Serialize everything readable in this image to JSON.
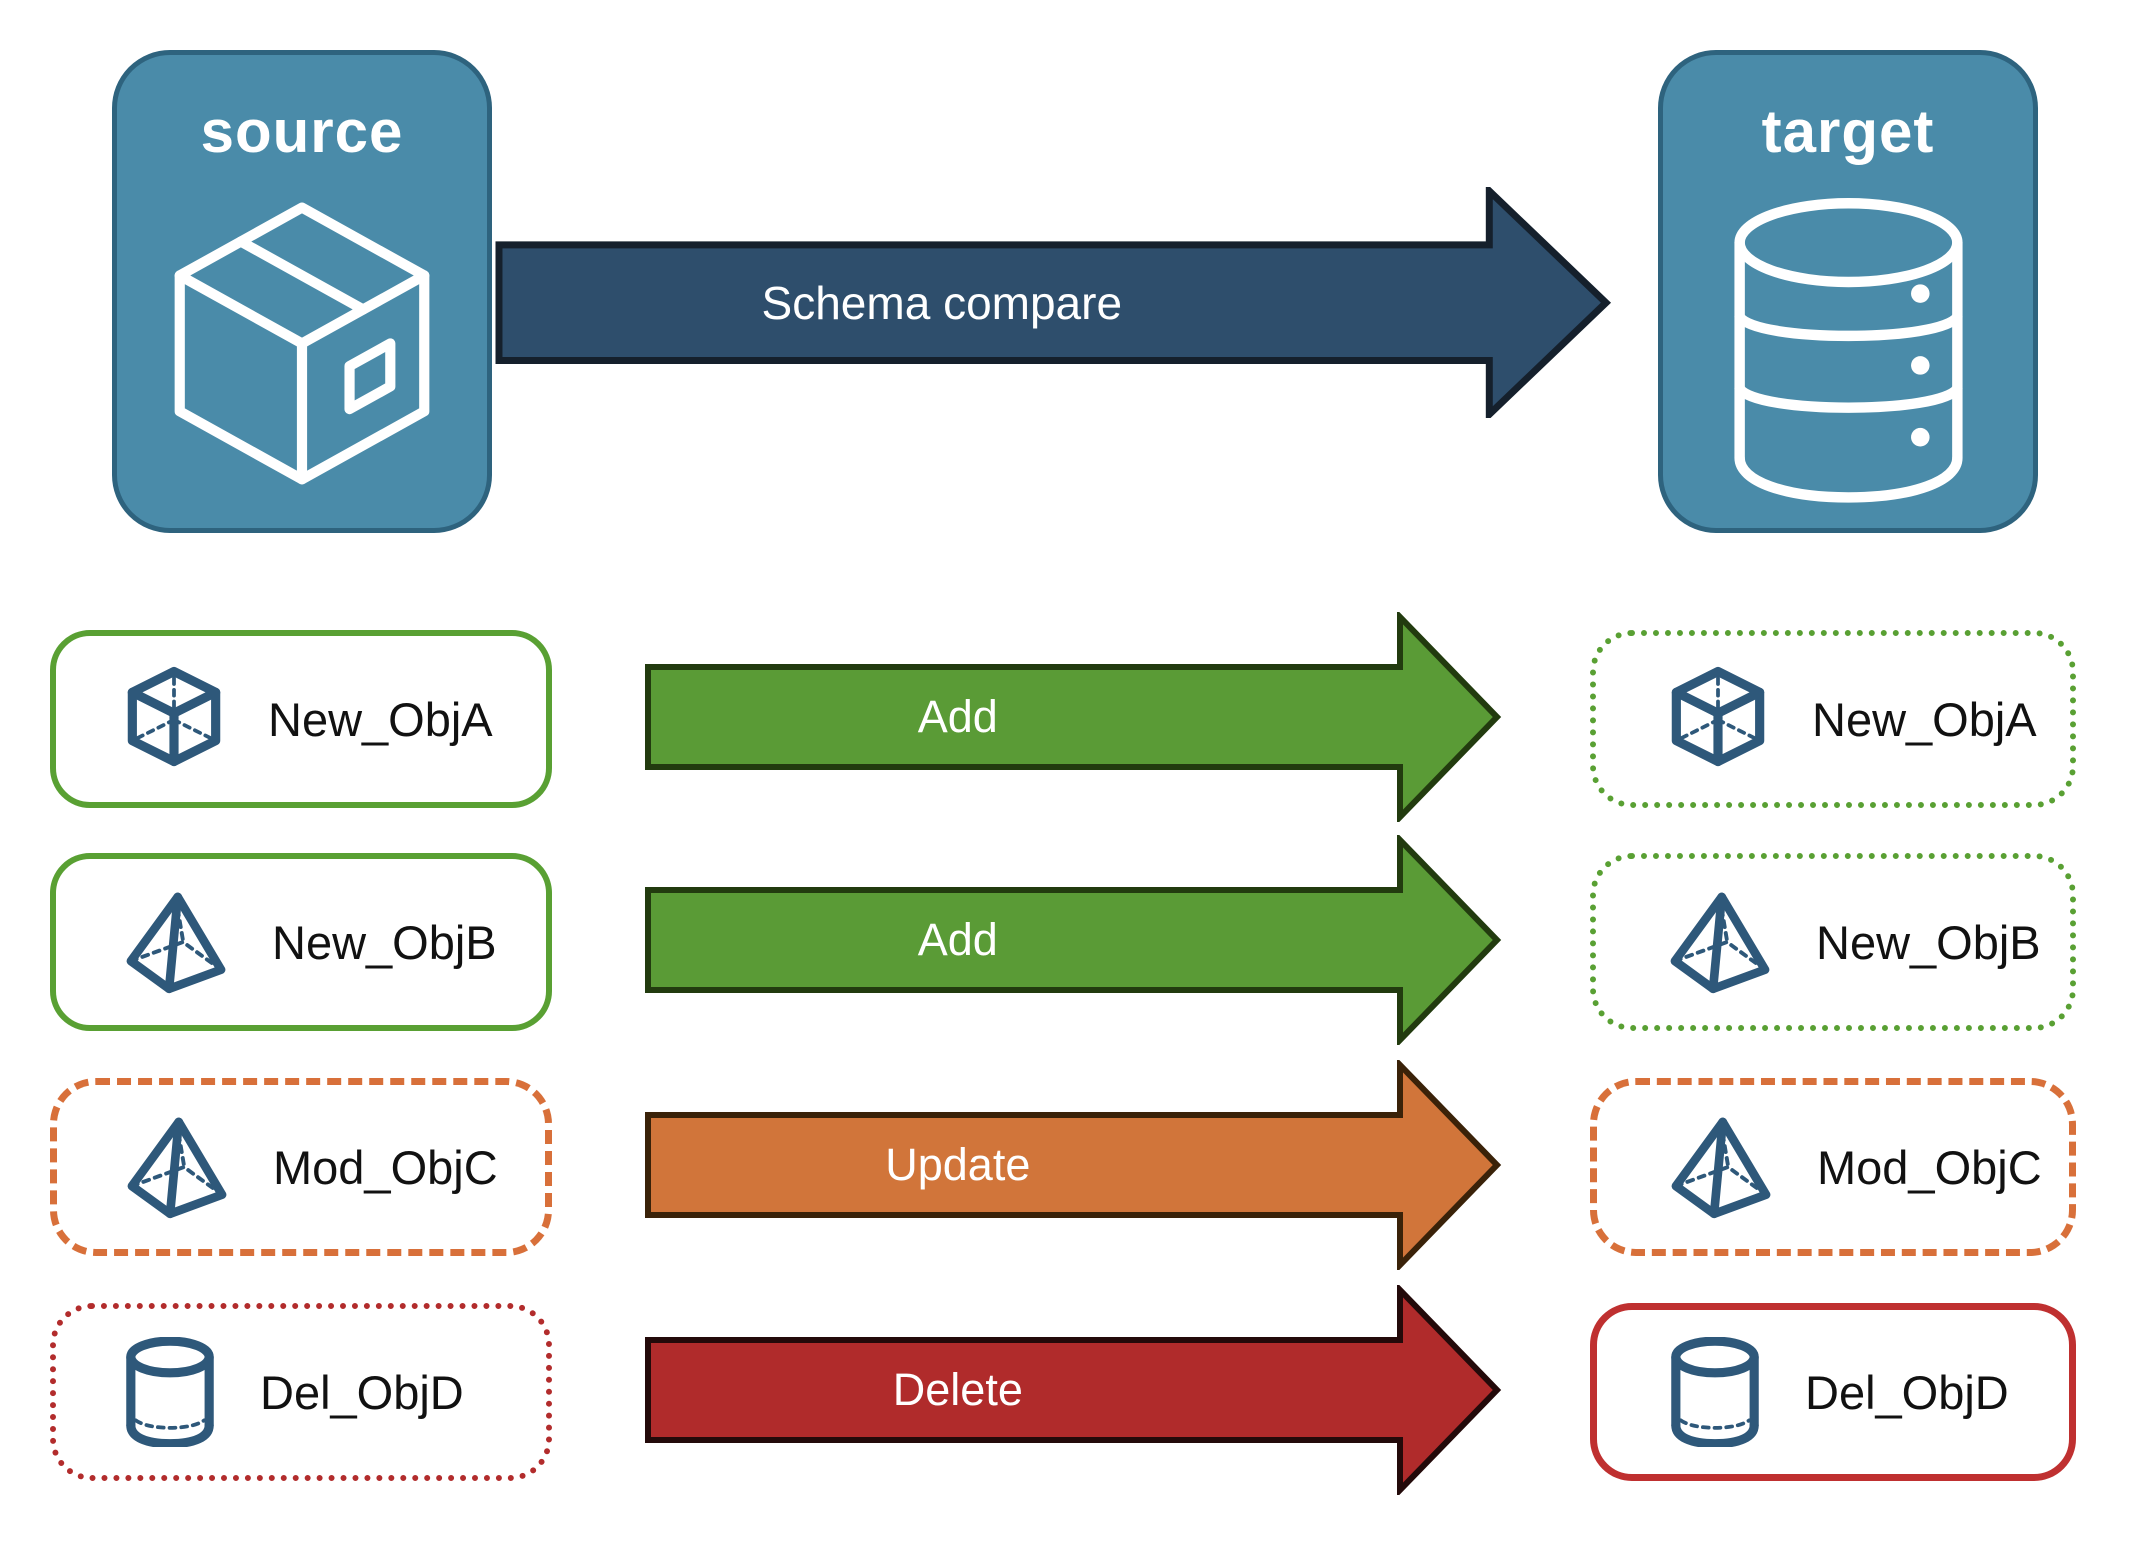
{
  "diagram": {
    "source_panel": {
      "label": "source",
      "icon": "package-box-icon",
      "fill": "#4A8BA9"
    },
    "target_panel": {
      "label": "target",
      "icon": "database-icon",
      "fill": "#4A8BA9"
    },
    "compare_arrow": {
      "label": "Schema compare",
      "fill": "#2E4E6C"
    },
    "rows": [
      {
        "object": "New_ObjA",
        "icon": "cube-icon",
        "action": "Add",
        "action_color": "#5A9B36",
        "source_border": "solid-green",
        "target_border": "dotted-green"
      },
      {
        "object": "New_ObjB",
        "icon": "pyramid-icon",
        "action": "Add",
        "action_color": "#5A9B36",
        "source_border": "solid-green",
        "target_border": "dotted-green"
      },
      {
        "object": "Mod_ObjC",
        "icon": "pyramid-icon",
        "action": "Update",
        "action_color": "#D1753A",
        "source_border": "dashed-orange",
        "target_border": "dashed-orange"
      },
      {
        "object": "Del_ObjD",
        "icon": "cylinder-icon",
        "action": "Delete",
        "action_color": "#B02B2B",
        "source_border": "dotted-red",
        "target_border": "solid-red"
      }
    ],
    "palette": {
      "panel_blue": "#4A8BA9",
      "panel_border": "#2E637E",
      "icon_blue": "#2E587A",
      "navy_arrow": "#2E4E6C",
      "green": "#59A033",
      "orange": "#D8703A",
      "red": "#B22C2C"
    }
  }
}
